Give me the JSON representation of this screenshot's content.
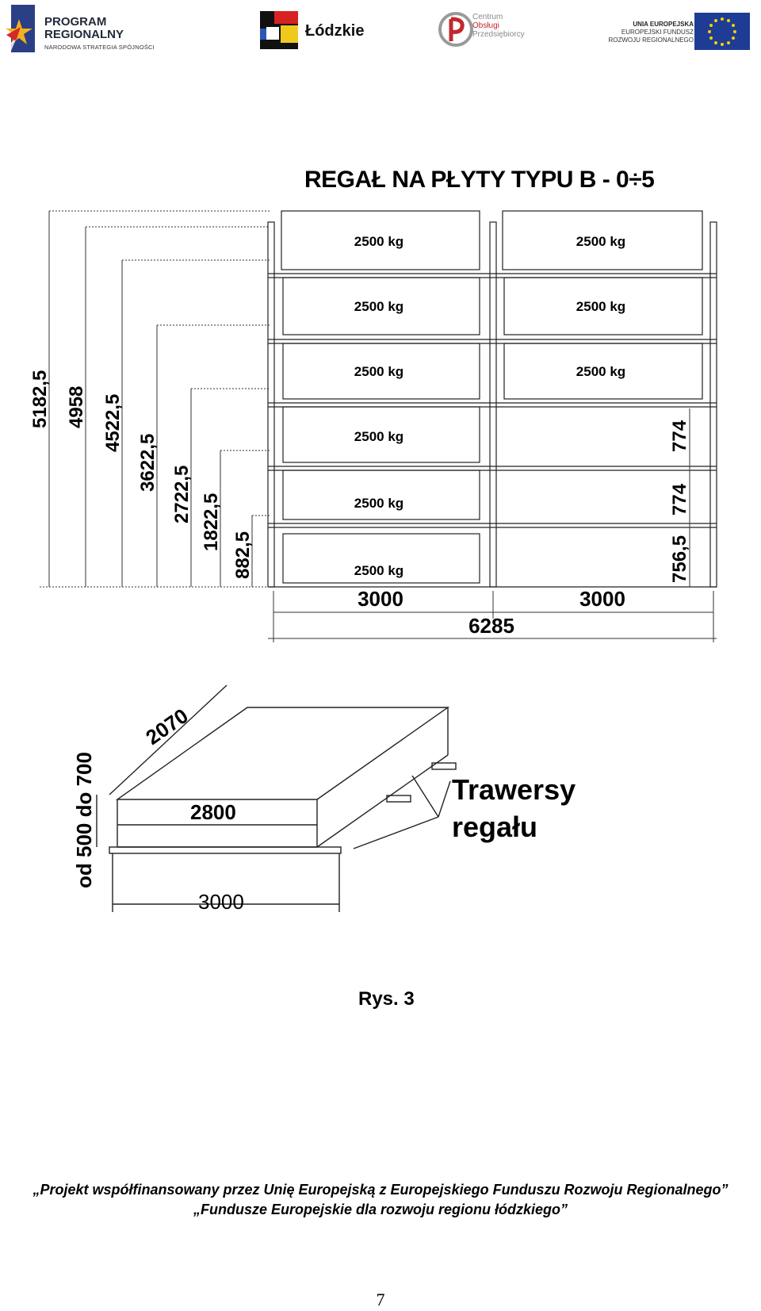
{
  "header": {
    "program_title_1": "PROGRAM",
    "program_title_2": "REGIONALNY",
    "program_subtitle": "NARODOWA STRATEGIA SPÓJNOŚCI",
    "lodzkie": "Łódzkie",
    "cop_1": "Centrum",
    "cop_2": "Obsługi",
    "cop_3": "Przedsiębiorcy",
    "eu_1": "UNIA EUROPEJSKA",
    "eu_2": "EUROPEJSKI FUNDUSZ",
    "eu_3": "ROZWOJU REGIONALNEGO"
  },
  "drawing": {
    "title": "REGAŁ NA PŁYTY TYPU B - 0÷5",
    "load": "2500 kg",
    "heights": [
      "5182,5",
      "4958",
      "4522,5",
      "3622,5",
      "2722,5",
      "1822,5",
      "882,5"
    ],
    "right_dims": [
      "774",
      "774",
      "756,5"
    ],
    "bay_width_1": "3000",
    "bay_width_2": "3000",
    "total_width": "6285",
    "plate_depth": "2070",
    "plate_width": "2800",
    "plate_height": "od 500 do 700",
    "base_width": "3000",
    "traverse_1": "Trawersy",
    "traverse_2": "regału"
  },
  "caption": "Rys. 3",
  "footer": {
    "line1": "„Projekt współfinansowany przez Unię Europejską z Europejskiego Funduszu Rozwoju Regionalnego”",
    "line2": "„Fundusze Europejskie dla rozwoju regionu łódzkiego”"
  },
  "page_number": "7"
}
